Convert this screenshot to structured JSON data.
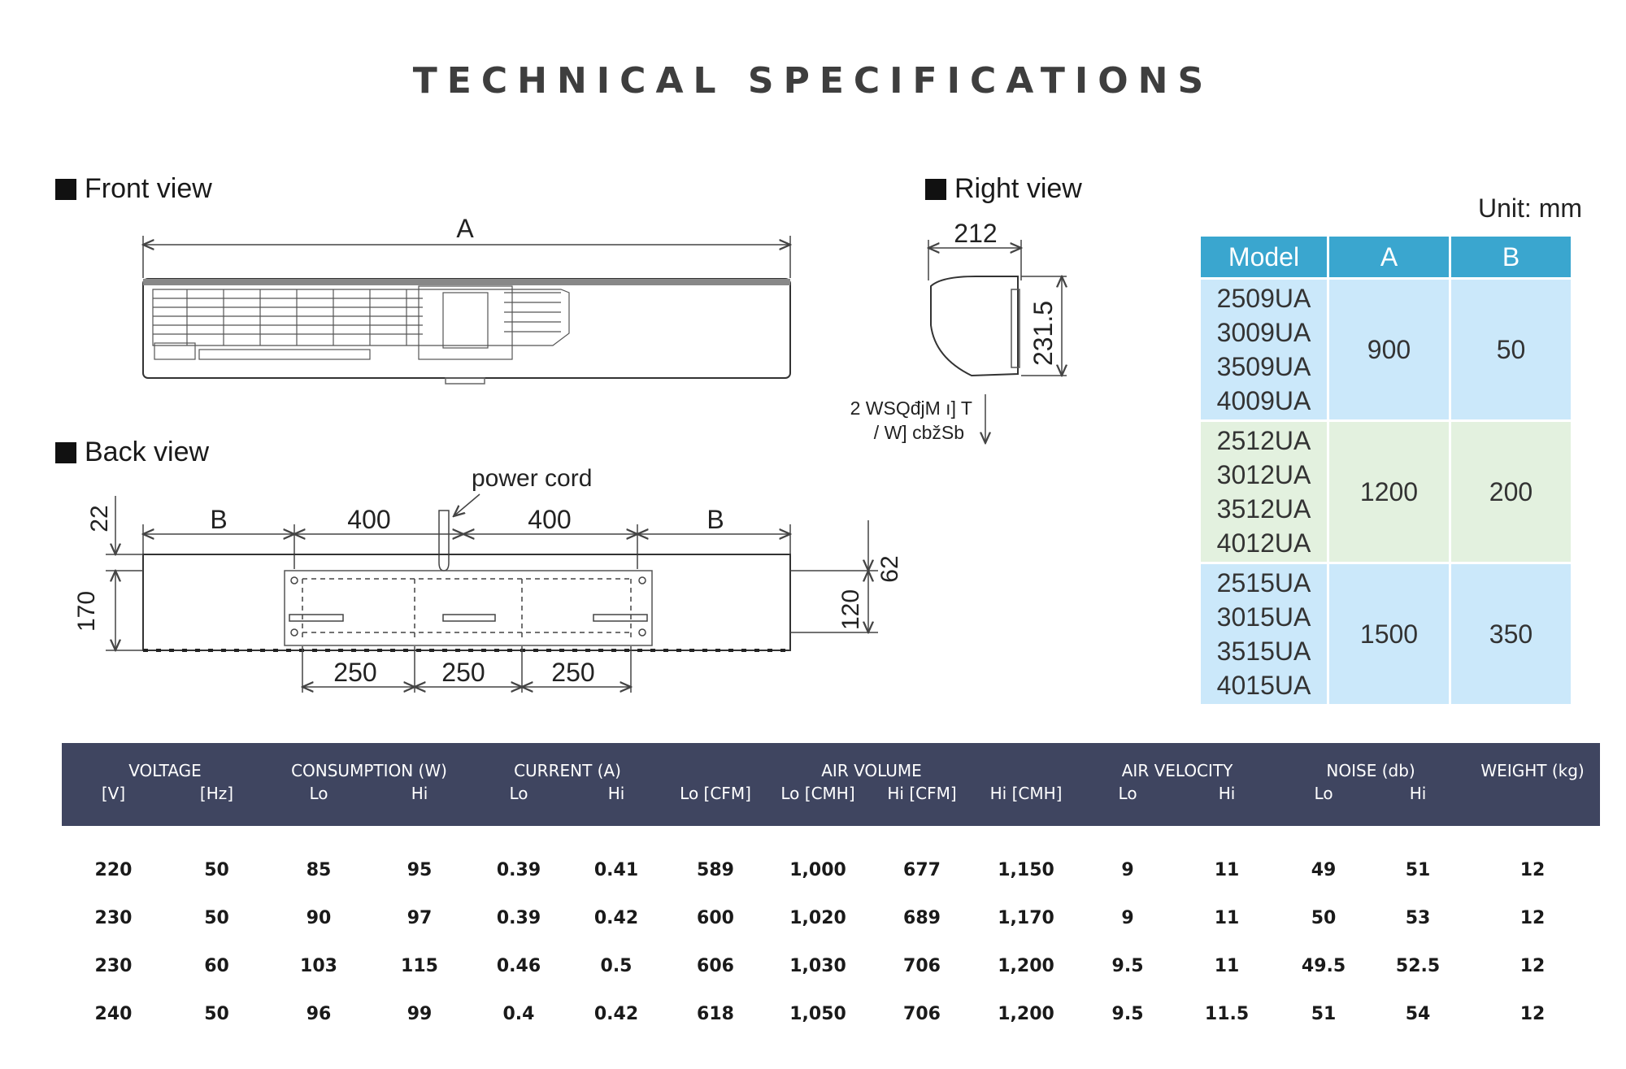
{
  "title": "TECHNICAL SPECIFICATIONS",
  "front_view": {
    "label": "Front view",
    "dim_a": "A"
  },
  "right_view": {
    "label": "Right view",
    "dim_width": "212",
    "dim_height": "231.5",
    "note_line1": "2 WSQđjM ı] T",
    "note_line2": "/ W] cbžSb"
  },
  "back_view": {
    "label": "Back view",
    "power_cord": "power cord",
    "dim_b_left": "B",
    "dim_400_left": "400",
    "dim_400_right": "400",
    "dim_b_right": "B",
    "dim_22": "22",
    "dim_170": "170",
    "dim_62": "62",
    "dim_120": "120",
    "dim_250_1": "250",
    "dim_250_2": "250",
    "dim_250_3": "250"
  },
  "model_table": {
    "unit": "Unit: mm",
    "headers": [
      "Model",
      "A",
      "B"
    ],
    "groups": [
      {
        "models": [
          "2509UA",
          "3009UA",
          "3509UA",
          "4009UA"
        ],
        "a": "900",
        "b": "50"
      },
      {
        "models": [
          "2512UA",
          "3012UA",
          "3512UA",
          "4012UA"
        ],
        "a": "1200",
        "b": "200"
      },
      {
        "models": [
          "2515UA",
          "3015UA",
          "3515UA",
          "4015UA"
        ],
        "a": "1500",
        "b": "350"
      }
    ]
  },
  "spec_table": {
    "group_headers": {
      "voltage": "VOLTAGE",
      "consumption": "CONSUMPTION (W)",
      "current": "CURRENT (A)",
      "air_volume": "AIR VOLUME",
      "air_velocity": "AIR VELOCITY",
      "noise": "NOISE (db)",
      "weight": "WEIGHT (kg)"
    },
    "sub_headers": [
      "[V]",
      "[Hz]",
      "Lo",
      "Hi",
      "Lo",
      "Hi",
      "Lo [CFM]",
      "Lo [CMH]",
      "Hi [CFM]",
      "Hi [CMH]",
      "Lo",
      "Hi",
      "Lo",
      "Hi",
      ""
    ],
    "rows": [
      [
        "220",
        "50",
        "85",
        "95",
        "0.39",
        "0.41",
        "589",
        "1,000",
        "677",
        "1,150",
        "9",
        "11",
        "49",
        "51",
        "12"
      ],
      [
        "230",
        "50",
        "90",
        "97",
        "0.39",
        "0.42",
        "600",
        "1,020",
        "689",
        "1,170",
        "9",
        "11",
        "50",
        "53",
        "12"
      ],
      [
        "230",
        "60",
        "103",
        "115",
        "0.46",
        "0.5",
        "606",
        "1,030",
        "706",
        "1,200",
        "9.5",
        "11",
        "49.5",
        "52.5",
        "12"
      ],
      [
        "240",
        "50",
        "96",
        "99",
        "0.4",
        "0.42",
        "618",
        "1,050",
        "706",
        "1,200",
        "9.5",
        "11.5",
        "51",
        "54",
        "12"
      ]
    ]
  }
}
